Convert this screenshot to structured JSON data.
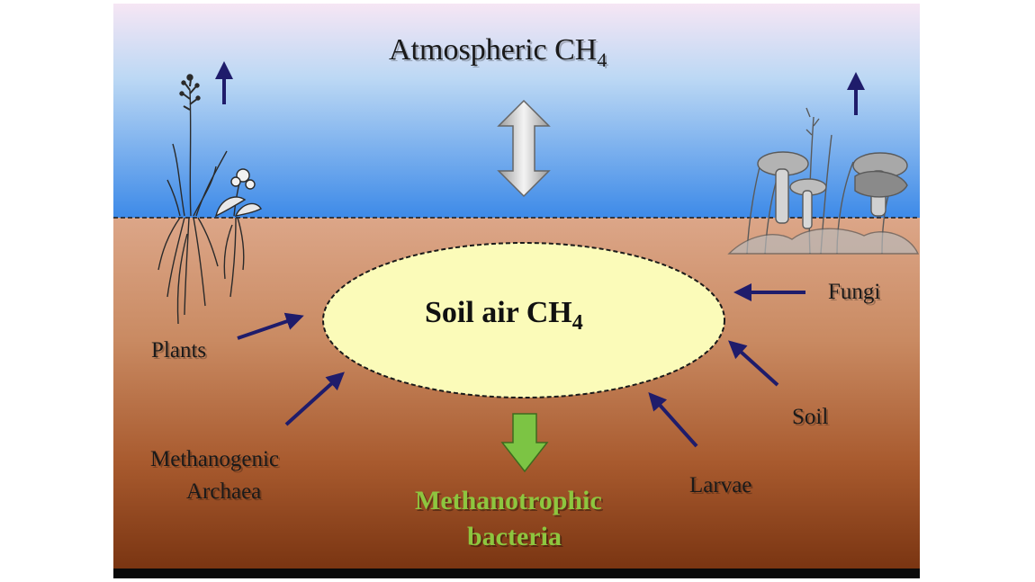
{
  "labels": {
    "atmospheric": "Atmospheric CH",
    "atmospheric_sub": "4",
    "soil_air": "Soil air CH",
    "soil_air_sub": "4",
    "plants": "Plants",
    "fungi": "Fungi",
    "soil": "Soil",
    "larvae": "Larvae",
    "methanogenic_line1": "Methanogenic",
    "methanogenic_line2": "Archaea",
    "methanotrophic_line1": "Methanotrophic",
    "methanotrophic_line2": "bacteria"
  },
  "colors": {
    "arrow": "#1f1c6b",
    "sink_arrow": "#7cc444",
    "methanotrophic_text": "#8dc63f",
    "ellipse_fill": "#fbfbb9",
    "sky_top": "#f4e4f4",
    "sky_bottom": "#3f8fe8",
    "soil_top": "#dba285",
    "soil_bottom": "#8a3e16"
  },
  "icons": {
    "exchange_arrow": "double-headed-arrow-icon",
    "plant": "plant-illustration",
    "fungi": "mushroom-illustration"
  }
}
